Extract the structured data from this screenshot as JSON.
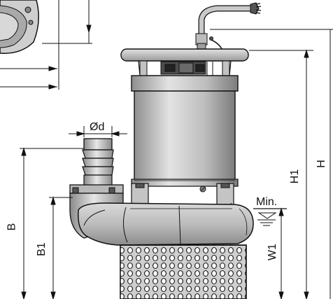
{
  "labels": {
    "od": "Ød",
    "min": "Min.",
    "b": "B",
    "b1": "B1",
    "w1": "W1",
    "h1": "H1",
    "h": "H"
  },
  "colors": {
    "line": "#111111",
    "body": "#c8c8c8",
    "body_dark": "#9a9a9a",
    "body_light": "#e6e6e6"
  }
}
